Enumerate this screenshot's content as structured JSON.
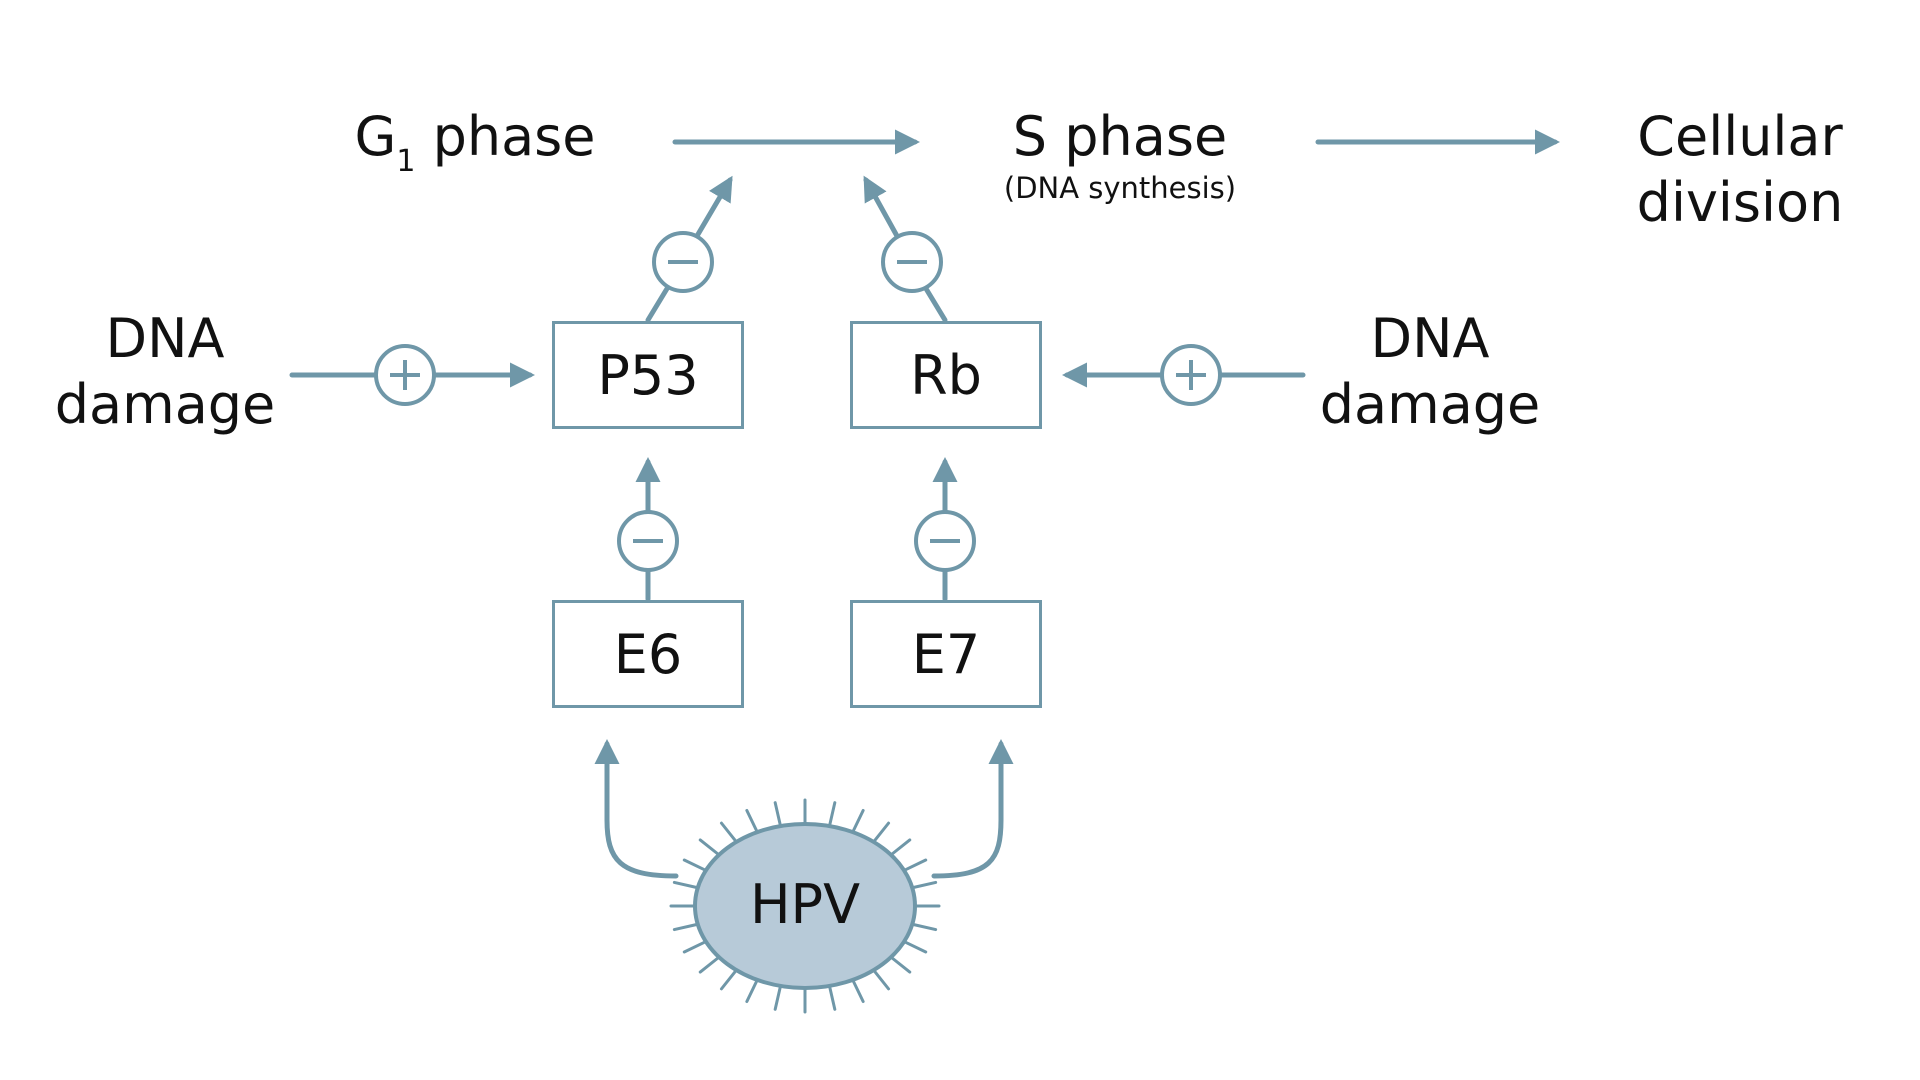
{
  "colors": {
    "stroke": "#6f97a8",
    "virus_fill": "#b7cad8",
    "text": "#111111",
    "background": "#ffffff"
  },
  "labels": {
    "g1_prefix": "G",
    "g1_sub": "1",
    "g1_suffix": " phase",
    "s_phase": "S phase",
    "s_phase_note": "(DNA synthesis)",
    "cellular": "Cellular",
    "division": "division",
    "dna_left_1": "DNA",
    "dna_left_2": "damage",
    "dna_right_1": "DNA",
    "dna_right_2": "damage"
  },
  "boxes": {
    "p53": "P53",
    "rb": "Rb",
    "e6": "E6",
    "e7": "E7"
  },
  "virus": {
    "label": "HPV"
  },
  "signs": {
    "plus": "plus-sign-icon",
    "minus": "minus-sign-icon"
  }
}
